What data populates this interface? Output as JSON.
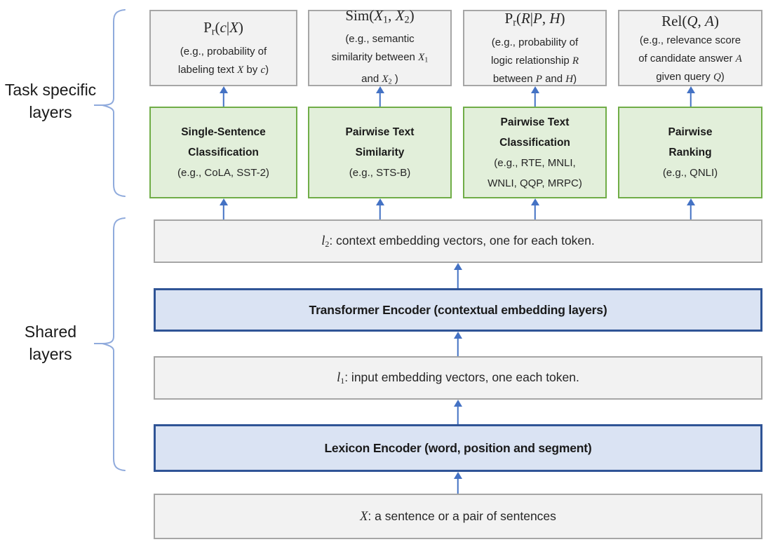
{
  "colors": {
    "output_box_fill": "#f2f2f2",
    "output_box_border": "#a6a6a6",
    "task_box_fill": "#e2efda",
    "task_box_border": "#70ad47",
    "encoder_box_fill": "#dae3f3",
    "encoder_box_border": "#2f5496",
    "embedding_box_fill": "#f2f2f2",
    "embedding_box_border": "#a6a6a6",
    "arrow": "#4472c4",
    "brace": "#8faadc"
  },
  "labels": {
    "task_specific": "Task specific\nlayers",
    "shared": "Shared\nlayers"
  },
  "task_columns": [
    {
      "output": {
        "formula": [
          {
            "t": "P"
          },
          {
            "t": "r",
            "sub": true
          },
          {
            "t": "("
          },
          {
            "t": "c",
            "i": true
          },
          {
            "t": "|"
          },
          {
            "t": "X",
            "i": true
          },
          {
            "t": ")"
          }
        ],
        "description": [
          {
            "t": "(e.g., probability of"
          },
          {
            "br": true
          },
          {
            "t": "labeling text "
          },
          {
            "t": "X",
            "i": true
          },
          {
            "t": " by "
          },
          {
            "t": "c",
            "i": true
          },
          {
            "t": ")"
          }
        ]
      },
      "task": {
        "title": "Single-Sentence\nClassification",
        "examples": "(e.g., CoLA, SST-2)"
      }
    },
    {
      "output": {
        "formula": [
          {
            "t": "Sim("
          },
          {
            "t": "X",
            "i": true
          },
          {
            "t": "1",
            "sub": true
          },
          {
            "t": ", "
          },
          {
            "t": "X",
            "i": true
          },
          {
            "t": "2",
            "sub": true
          },
          {
            "t": ")"
          }
        ],
        "description": [
          {
            "t": "(e.g., semantic"
          },
          {
            "br": true
          },
          {
            "t": "similarity between "
          },
          {
            "t": "X",
            "i": true
          },
          {
            "t": "1",
            "sub": true
          },
          {
            "br": true
          },
          {
            "t": "and "
          },
          {
            "t": "X",
            "i": true
          },
          {
            "t": "2",
            "sub": true
          },
          {
            "t": " )"
          }
        ]
      },
      "task": {
        "title": "Pairwise Text\nSimilarity",
        "examples": "(e.g., STS-B)"
      }
    },
    {
      "output": {
        "formula": [
          {
            "t": "P"
          },
          {
            "t": "r",
            "sub": true
          },
          {
            "t": "("
          },
          {
            "t": "R",
            "i": true
          },
          {
            "t": "|"
          },
          {
            "t": "P",
            "i": true
          },
          {
            "t": ", "
          },
          {
            "t": "H",
            "i": true
          },
          {
            "t": ")"
          }
        ],
        "description": [
          {
            "t": "(e.g., probability of"
          },
          {
            "br": true
          },
          {
            "t": "logic relationship "
          },
          {
            "t": "R",
            "i": true
          },
          {
            "br": true
          },
          {
            "t": "between "
          },
          {
            "t": "P",
            "i": true
          },
          {
            "t": " and "
          },
          {
            "t": "H",
            "i": true
          },
          {
            "t": ")"
          }
        ]
      },
      "task": {
        "title": "Pairwise Text\nClassification",
        "examples": "(e.g., RTE, MNLI,\nWNLI, QQP, MRPC)"
      }
    },
    {
      "output": {
        "formula": [
          {
            "t": "Rel("
          },
          {
            "t": "Q",
            "i": true
          },
          {
            "t": ", "
          },
          {
            "t": "A",
            "i": true
          },
          {
            "t": ")"
          }
        ],
        "description": [
          {
            "t": "(e.g., relevance score"
          },
          {
            "br": true
          },
          {
            "t": "of candidate answer "
          },
          {
            "t": "A",
            "i": true
          },
          {
            "br": true
          },
          {
            "t": "given query "
          },
          {
            "t": "Q",
            "i": true
          },
          {
            "t": ")"
          }
        ]
      },
      "task": {
        "title": "Pairwise\nRanking",
        "examples": "(e.g., QNLI)"
      }
    }
  ],
  "shared_layers": {
    "l2": [
      {
        "t": "l",
        "i": true
      },
      {
        "t": "2",
        "sub": true
      },
      {
        "t": ": context embedding vectors, one for each token."
      }
    ],
    "transformer_encoder": "Transformer Encoder (contextual embedding layers)",
    "l1": [
      {
        "t": "l",
        "i": true
      },
      {
        "t": "1",
        "sub": true
      },
      {
        "t": ": input embedding vectors, one each token."
      }
    ],
    "lexicon_encoder": "Lexicon Encoder (word, position and segment)",
    "input": [
      {
        "t": "X",
        "i": true
      },
      {
        "t": ": a sentence or a pair of sentences"
      }
    ]
  }
}
